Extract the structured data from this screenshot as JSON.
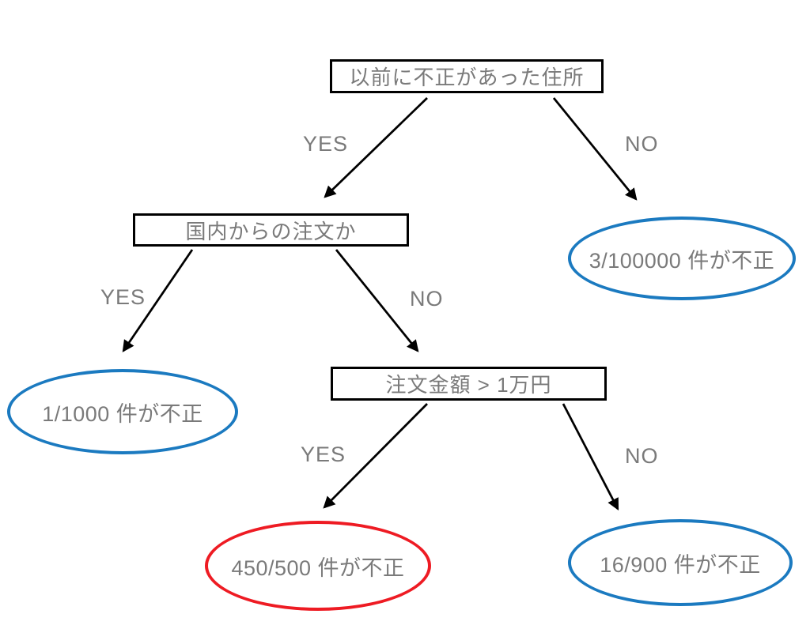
{
  "colors": {
    "background": "#ffffff",
    "box_border": "#000000",
    "arrow": "#000000",
    "text": "#7a7a7a",
    "leaf_safe_outline": "#1b7ac0",
    "leaf_fraud_outline": "#ee1b23"
  },
  "tree": {
    "root": {
      "label": "以前に不正があった住所"
    },
    "domestic": {
      "label": "国内からの注文か"
    },
    "amount": {
      "label": "注文金額 > 1万円"
    },
    "branches": {
      "root_yes": "YES",
      "root_no": "NO",
      "domestic_yes": "YES",
      "domestic_no": "NO",
      "amount_yes": "YES",
      "amount_no": "NO"
    },
    "leaves": {
      "root_no": {
        "label": "3/100000 件が不正",
        "status": "safe"
      },
      "domestic_yes": {
        "label": "1/1000 件が不正",
        "status": "safe"
      },
      "amount_yes": {
        "label": "450/500 件が不正",
        "status": "fraud"
      },
      "amount_no": {
        "label": "16/900 件が不正",
        "status": "safe"
      }
    }
  }
}
